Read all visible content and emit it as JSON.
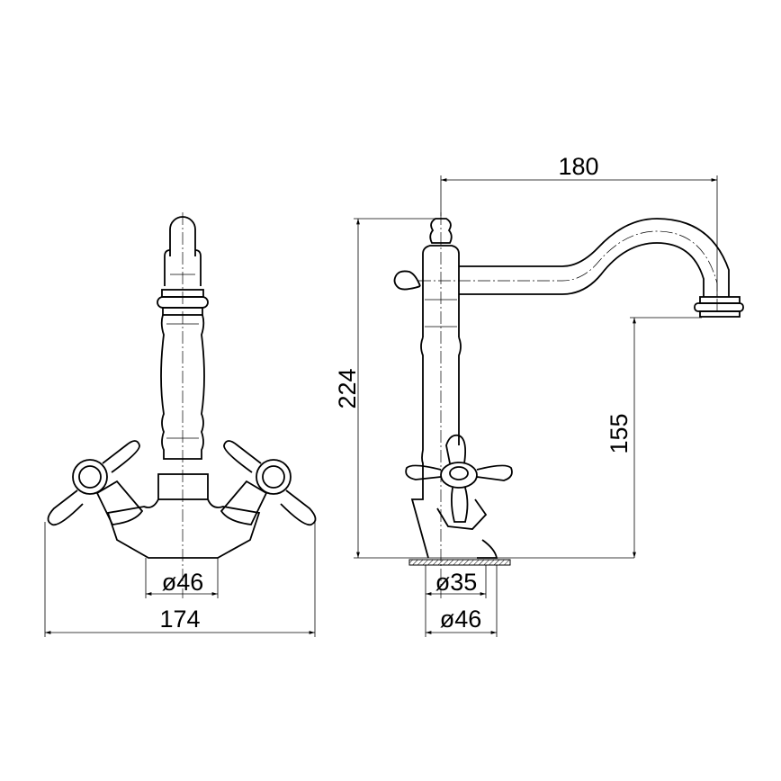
{
  "drawing": {
    "front_view": {
      "overall_width": "174",
      "base_diameter": "ø46"
    },
    "side_view": {
      "spout_reach": "180",
      "overall_height": "224",
      "spout_height": "155",
      "inner_diameter": "ø35",
      "base_diameter": "ø46"
    }
  }
}
